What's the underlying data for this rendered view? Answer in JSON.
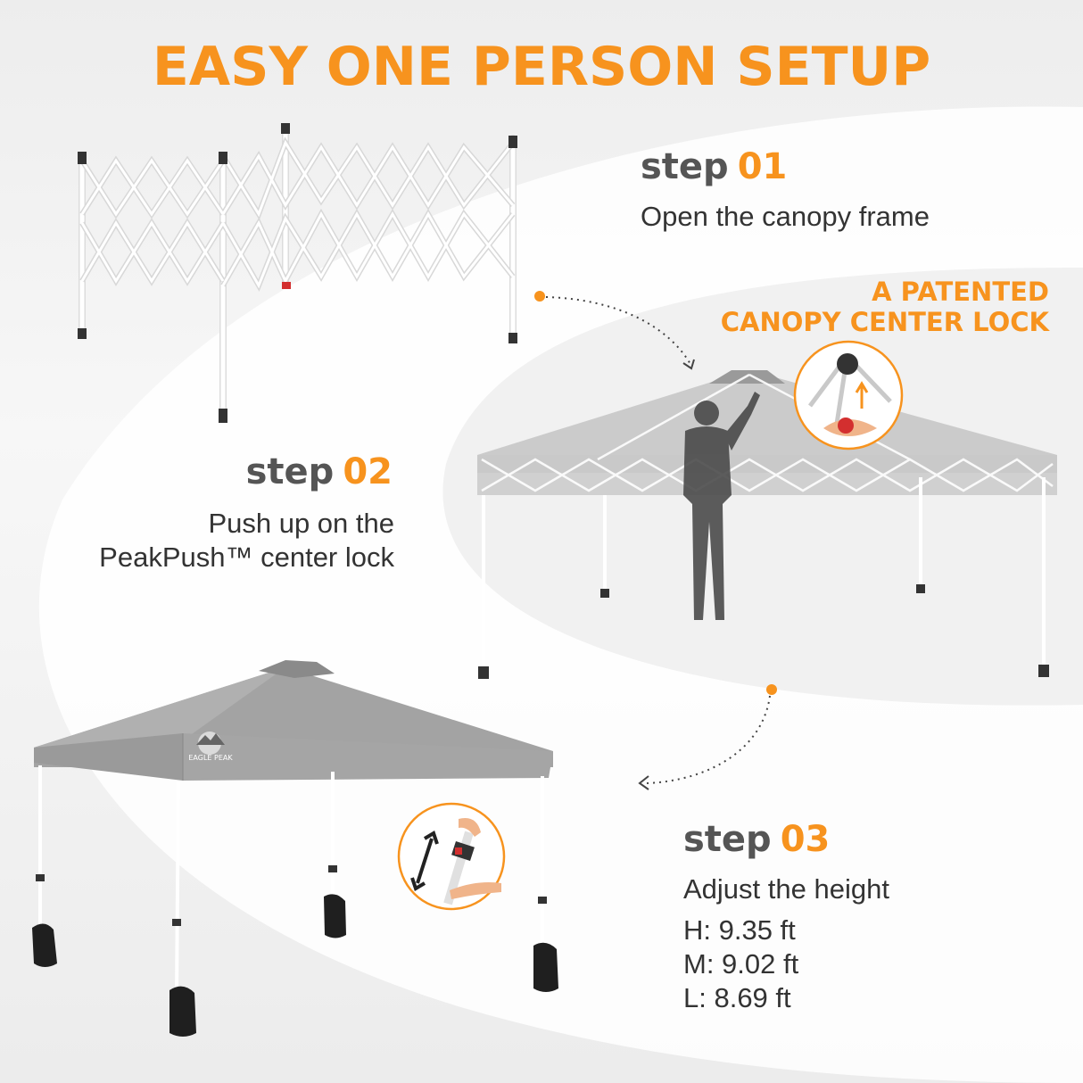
{
  "title": "EASY ONE PERSON SETUP",
  "colors": {
    "accent": "#f7931e",
    "heading_gray": "#555555",
    "text": "#333333",
    "canopy_gray": "#9e9e9e",
    "frame_white": "#ffffff"
  },
  "steps": [
    {
      "word": "step",
      "number": "01",
      "description": [
        "Open the canopy frame"
      ]
    },
    {
      "word": "step",
      "number": "02",
      "description": [
        "Push up on the",
        "PeakPush™ center lock"
      ]
    },
    {
      "word": "step",
      "number": "03",
      "description": [
        "Adjust the height"
      ]
    }
  ],
  "callout": [
    "A PATENTED",
    "CANOPY CENTER LOCK"
  ],
  "heights": [
    "H: 9.35 ft",
    "M: 9.02 ft",
    "L: 8.69 ft"
  ],
  "brand_logo": "EAGLE PEAK",
  "icons": [
    "up-arrow-icon",
    "double-arrow-icon",
    "dotted-curve-arrow-icon"
  ]
}
